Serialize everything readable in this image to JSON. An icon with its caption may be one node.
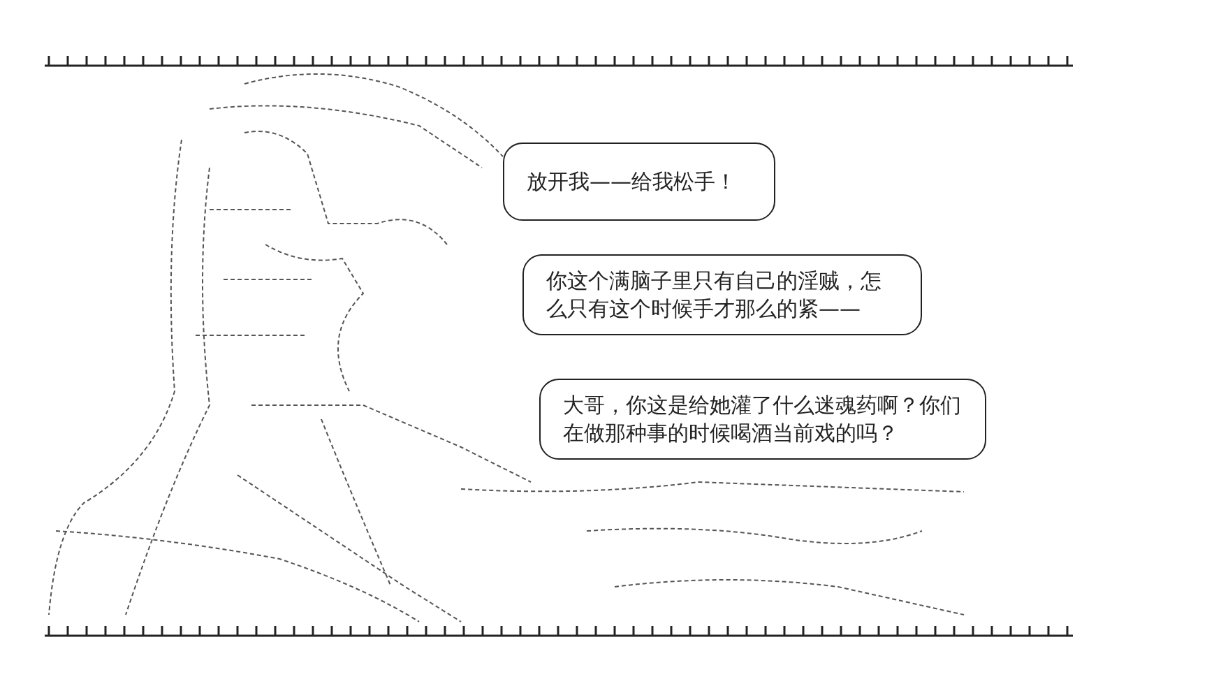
{
  "diagram": {
    "nodes": [
      {
        "text": [
          "放开我——给我松手！"
        ]
      },
      {
        "text": [
          "你这个满脑子里只有自己的淫贼，怎么只有这个时候手才那么的紧——"
        ]
      },
      {
        "text": [
          "大哥，你这是给她灌了什么迷魂药啊？你们在做那种事的时候喝酒当前戏的吗？"
        ]
      }
    ]
  }
}
